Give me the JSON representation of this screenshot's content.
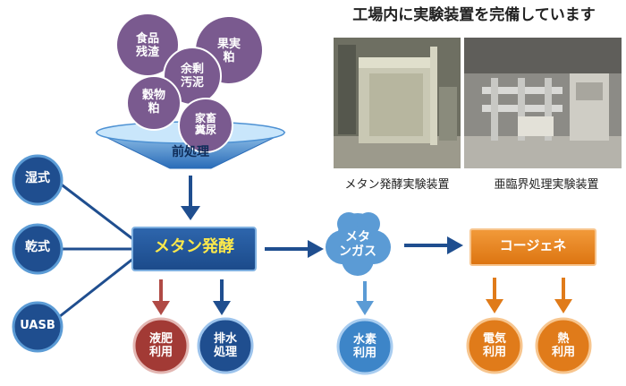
{
  "heading": "工場内に実験装置を完備しています",
  "photos": [
    {
      "caption": "メタン発酵実験装置",
      "icon": "metal-tank-photo"
    },
    {
      "caption": "亜臨界処理実験装置",
      "icon": "piping-equipment-photo"
    }
  ],
  "feedstocks": [
    "食品\n残渣",
    "果実\n粕",
    "余剰\n汚泥",
    "穀物\n粕",
    "家畜\n糞尿"
  ],
  "pretreatment": "前処理",
  "methods": [
    "湿式",
    "乾式",
    "UASB"
  ],
  "fermentation": "メタン発酵",
  "fermentation_outputs": [
    "液肥\n利用",
    "排水\n処理"
  ],
  "methane_gas": "メタ\nンガス",
  "methane_output": "水素\n利用",
  "cogeneration": "コージェネ",
  "cogen_outputs": [
    "電気\n利用",
    "熱\n利用"
  ],
  "colors": {
    "purple": "#7a5a8f",
    "navy": "#1f4e8f",
    "light_blue": "#5b9bd5",
    "orange": "#e07b1a",
    "dark_red": "#a23a35",
    "dark_red_arrow": "#b04a45"
  }
}
